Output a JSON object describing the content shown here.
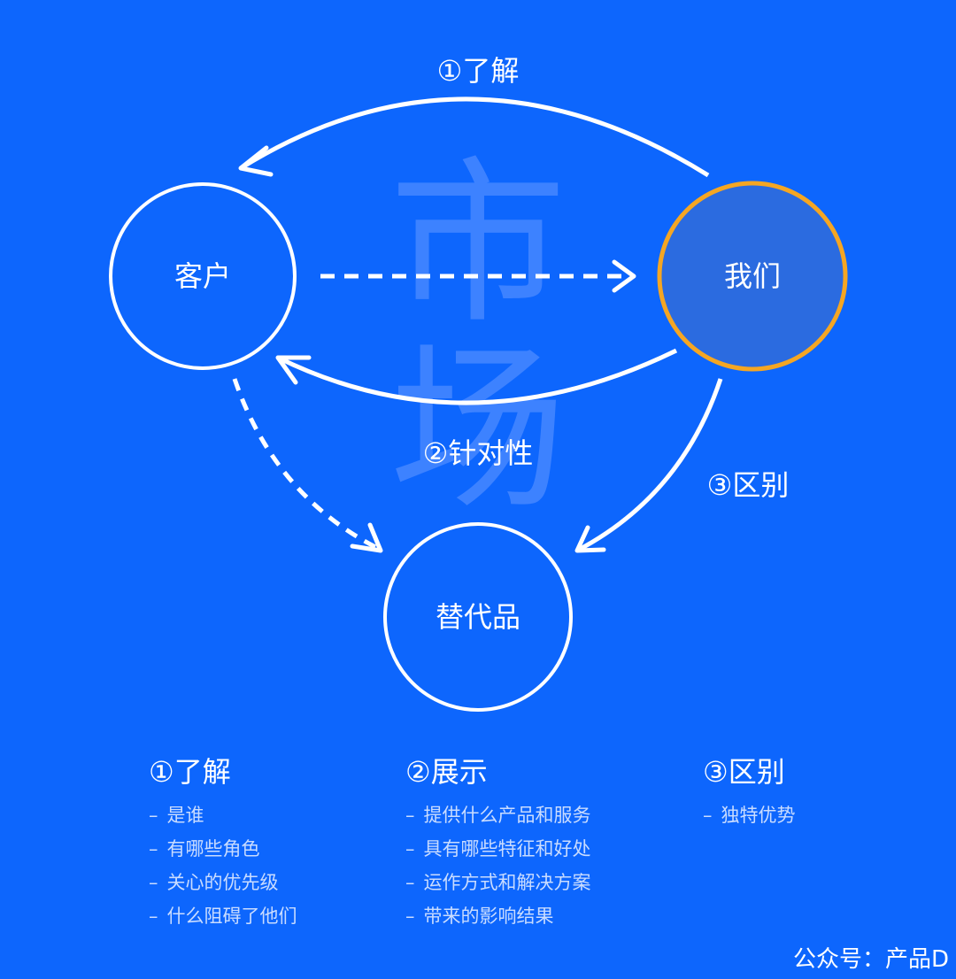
{
  "watermark": [
    "市",
    "场"
  ],
  "nodes": {
    "customer": "客户",
    "us": "我们",
    "substitute": "替代品"
  },
  "arrow_labels": {
    "understand": "①了解",
    "targeted": "②针对性",
    "difference": "③区别"
  },
  "columns": [
    {
      "title": "①了解",
      "items": [
        "是谁",
        "有哪些角色",
        "关心的优先级",
        "什么阻碍了他们"
      ]
    },
    {
      "title": "②展示",
      "items": [
        "提供什么产品和服务",
        "具有哪些特征和好处",
        "运作方式和解决方案",
        "带来的影响结果"
      ]
    },
    {
      "title": "③区别",
      "items": [
        "独特优势"
      ]
    }
  ],
  "footer": "公众号：产品D",
  "colors": {
    "background": "#0d66fd",
    "us_fill": "#2b6be0",
    "us_ring": "#f5a623",
    "line": "#ffffff",
    "watermark": "#3d82ff"
  }
}
